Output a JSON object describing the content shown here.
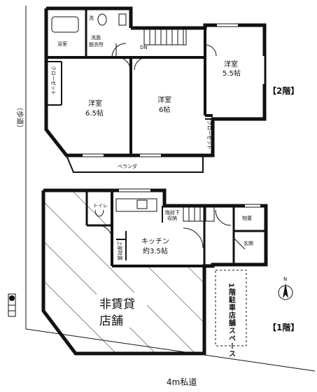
{
  "floor2": {
    "level_label": "【2階】",
    "bath": "浴室",
    "toilet": "洗",
    "washroom_line1": "洗面",
    "washroom_line2": "脱衣所",
    "dn": "DN",
    "west_room_name": "洋室",
    "west_room_size": "6.5帖",
    "center_room_name": "洋室",
    "center_room_size": "6帖",
    "east_room_name": "洋室",
    "east_room_size": "5.5帖",
    "closet_west": "クローゼット",
    "closet_east": "クローゼット",
    "balcony": "ベランダ"
  },
  "floor1": {
    "level_label": "【1階】",
    "toilet": "トイレ",
    "storage_under_stairs_line1": "階段下",
    "storage_under_stairs_line2": "収納",
    "kitchen_name": "キッチン",
    "kitchen_size": "約3.5帖",
    "upper_storage": "上部物置",
    "storage": "物置",
    "entrance": "玄関",
    "shop_line1": "非賃貸",
    "shop_line2": "店舗",
    "parking": "1階駐車店舗スペース"
  },
  "site": {
    "sidewalk_label": "（歩道）",
    "road_label": "4m私道",
    "north_label": "N"
  }
}
